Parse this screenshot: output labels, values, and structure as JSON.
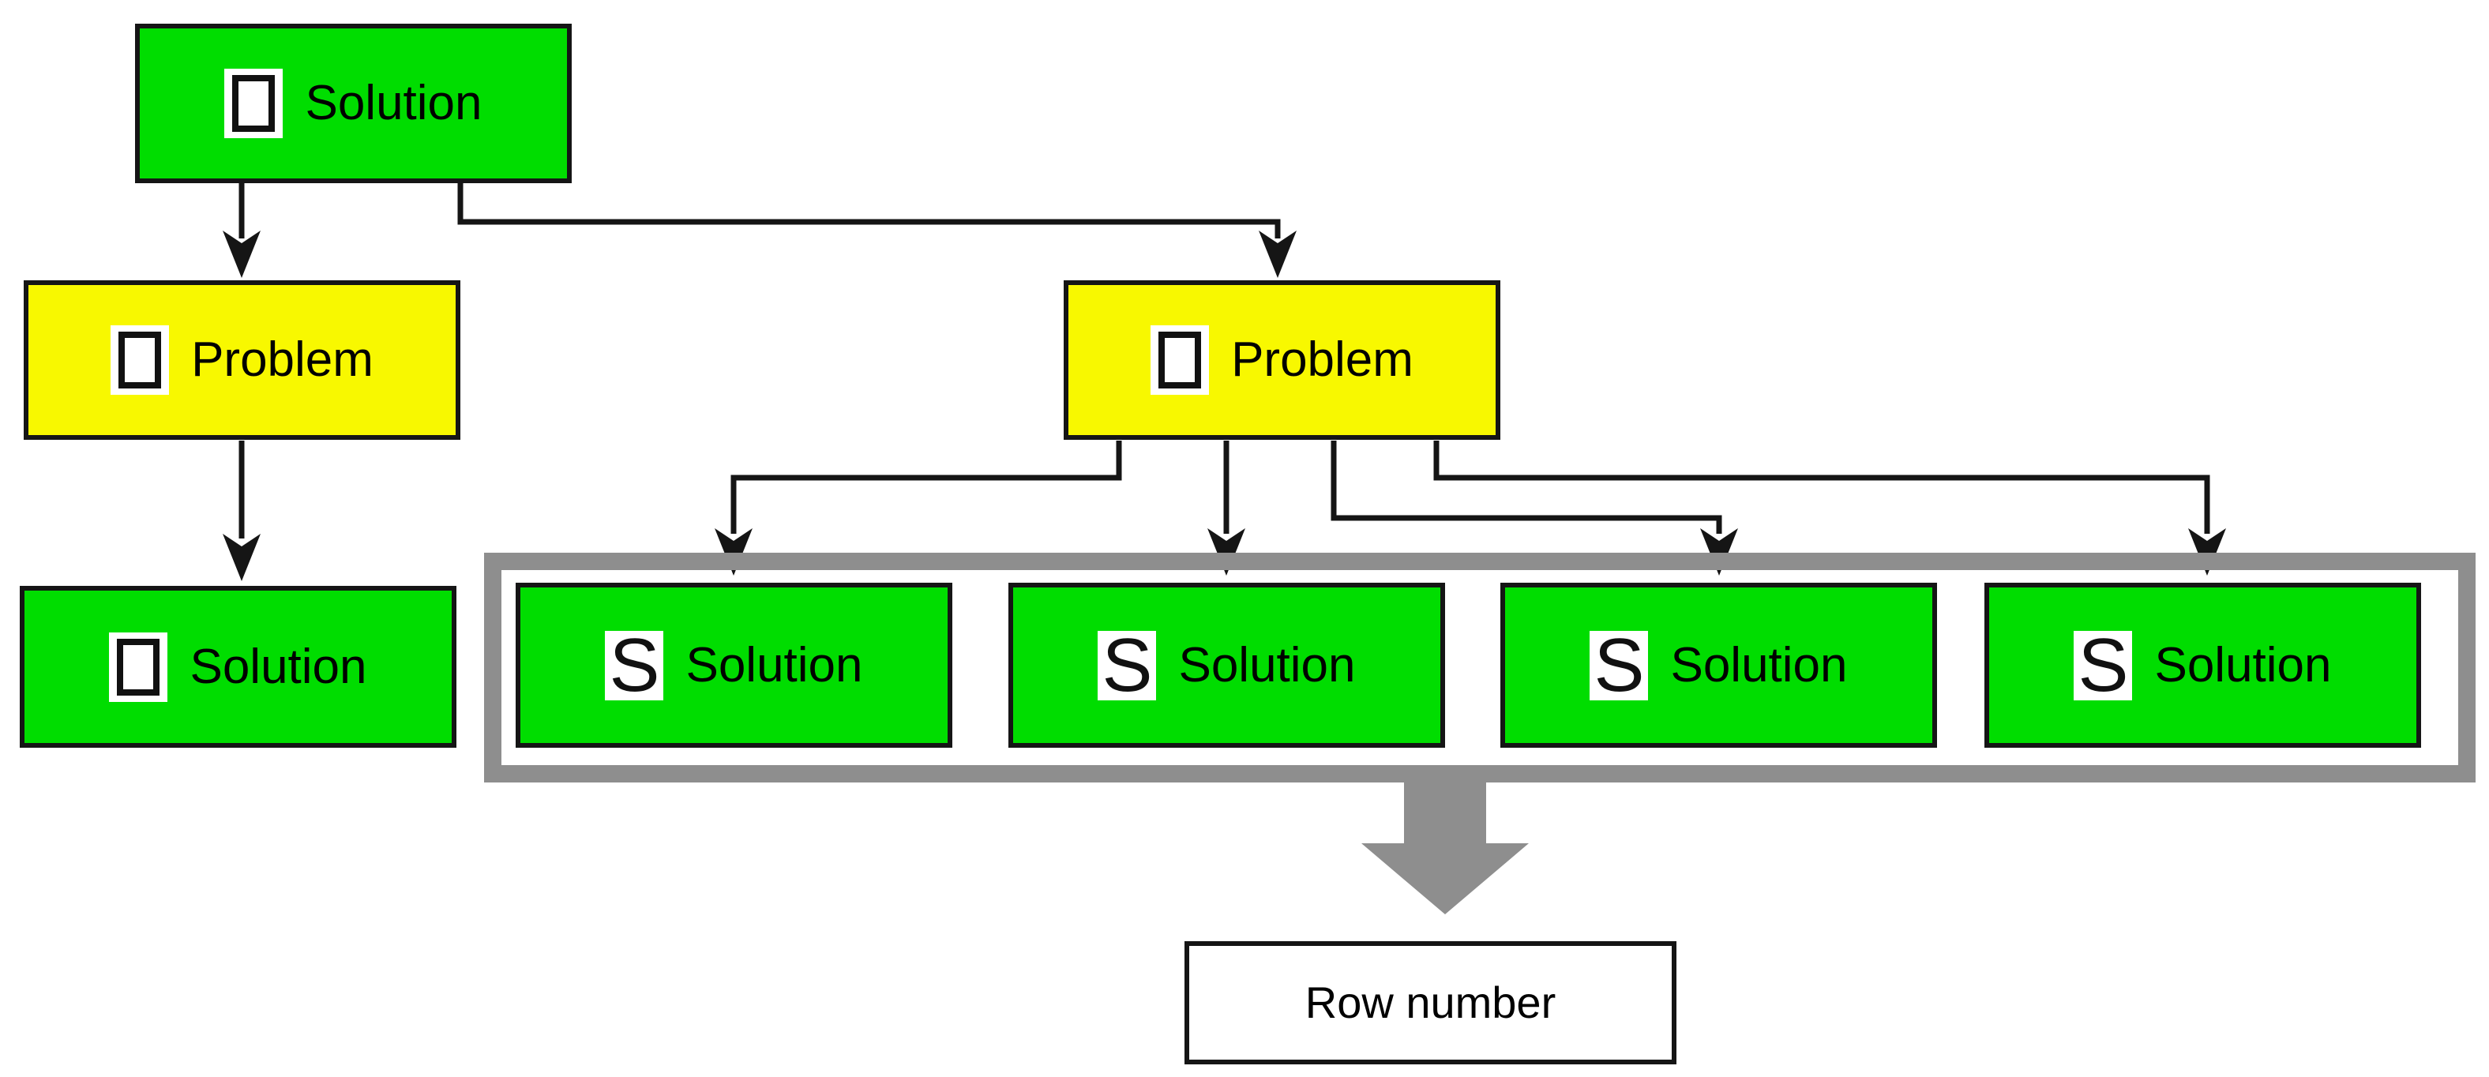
{
  "nodes": {
    "top_solution": {
      "label": "Solution",
      "type": "solution",
      "color": "#00dd00",
      "icon": "object-frame-icon"
    },
    "left_problem": {
      "label": "Problem",
      "type": "problem",
      "color": "#f8f800",
      "icon": "object-frame-icon"
    },
    "right_problem": {
      "label": "Problem",
      "type": "problem",
      "color": "#f8f800",
      "icon": "object-frame-icon"
    },
    "left_solution": {
      "label": "Solution",
      "type": "solution",
      "color": "#00dd00",
      "icon": "object-frame-icon"
    },
    "grouped_solutions": [
      {
        "label": "Solution",
        "icon_letter": "S"
      },
      {
        "label": "Solution",
        "icon_letter": "S"
      },
      {
        "label": "Solution",
        "icon_letter": "S"
      },
      {
        "label": "Solution",
        "icon_letter": "S"
      }
    ],
    "row_number": {
      "label": "Row number"
    }
  },
  "colors": {
    "solution_green": "#00dd00",
    "problem_yellow": "#f8f800",
    "group_container_gray": "#8e8e8e",
    "connector_black": "#151515",
    "background": "#ffffff"
  }
}
